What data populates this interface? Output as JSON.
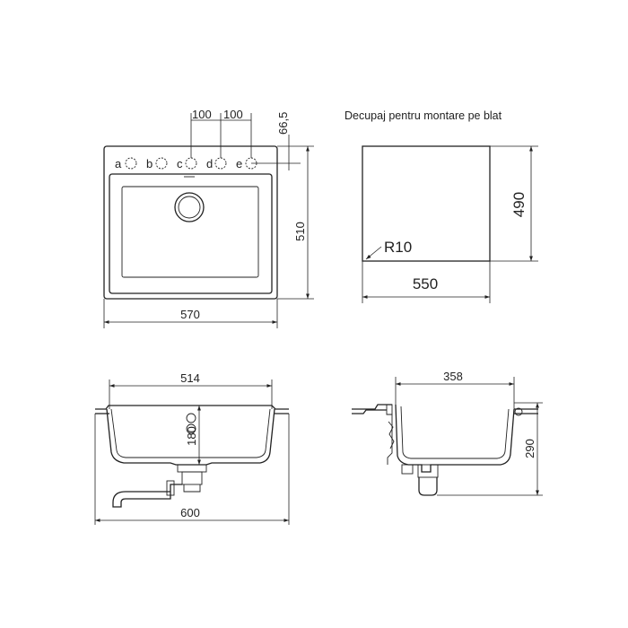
{
  "top_view": {
    "width": "570",
    "depth": "510",
    "hole_spacing_1": "100",
    "hole_spacing_2": "100",
    "hole_edge_offset": "66,5",
    "hole_labels": [
      "a",
      "b",
      "c",
      "d",
      "e"
    ]
  },
  "cutout": {
    "caption": "Decupaj pentru montare pe blat",
    "width": "550",
    "depth": "490",
    "radius": "R10"
  },
  "front_view": {
    "bowl_width": "514",
    "overflow_height": "180",
    "overall_width": "600"
  },
  "side_view": {
    "bowl_depth_width": "358",
    "height": "290"
  }
}
